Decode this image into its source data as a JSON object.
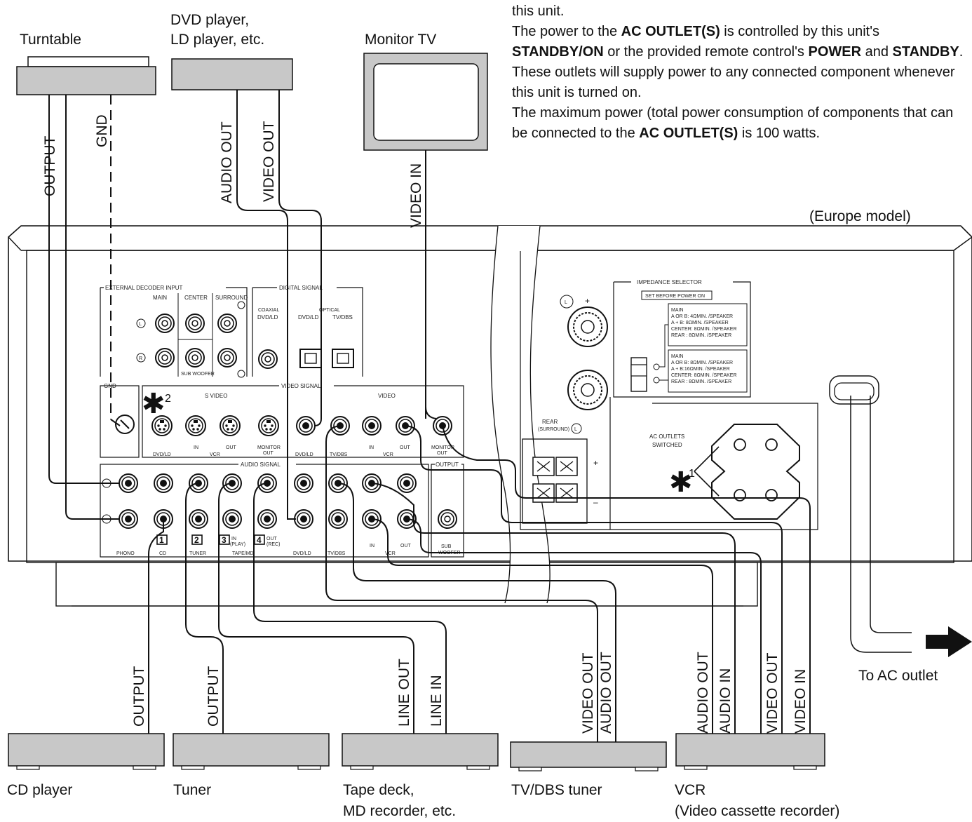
{
  "note": {
    "line0": "this unit.",
    "p1_a": "The power to the ",
    "p1_b": "AC OUTLET(S)",
    "p1_c": " is controlled by this unit's ",
    "p1_d": "STANDBY/ON",
    "p1_e": " or the provided remote control's ",
    "p1_f": "POWER",
    "p1_g": " and ",
    "p1_h": "STANDBY",
    "p1_i": ".  These outlets will supply power to any connected component whenever this unit is turned on.",
    "p2_a": "The maximum power (total power consumption of components that can be connected to the ",
    "p2_b": "AC OUTLET(S)",
    "p2_c": " is 100 watts."
  },
  "model_label": "(Europe model)",
  "top_devices": {
    "turntable": "Turntable",
    "dvd_line1": "DVD player,",
    "dvd_line2": "LD player, etc.",
    "monitor": "Monitor TV"
  },
  "bottom_devices": {
    "cd": "CD player",
    "tuner": "Tuner",
    "tape_line1": "Tape deck,",
    "tape_line2": "MD recorder, etc.",
    "tvdbs": "TV/DBS tuner",
    "vcr_line1": "VCR",
    "vcr_line2": "(Video cassette recorder)"
  },
  "ac_out": "To AC outlet",
  "cables": {
    "output": "OUTPUT",
    "gnd": "GND",
    "audio_out": "AUDIO OUT",
    "video_out": "VIDEO OUT",
    "video_in": "VIDEO IN",
    "audio_in": "AUDIO IN",
    "line_out": "LINE OUT",
    "line_in": "LINE IN"
  },
  "panel": {
    "ext_decoder": "EXTERNAL DECODER INPUT",
    "main": "MAIN",
    "center": "CENTER",
    "surround": "SURROUND",
    "sub_woofer": "SUB WOOFER",
    "digital_signal": "DIGITAL SIGNAL",
    "coaxial": "COAXIAL",
    "optical": "OPTICAL",
    "dvd_ld": "DVD/LD",
    "tv_dbs": "TV/DBS",
    "gnd": "GND",
    "s_video": "S VIDEO",
    "video_signal": "VIDEO SIGNAL",
    "video": "VIDEO",
    "in": "IN",
    "out": "OUT",
    "vcr": "VCR",
    "monitor": "MONITOR",
    "monitor_out_2": "OUT",
    "audio_signal": "AUDIO SIGNAL",
    "output": "OUTPUT",
    "phono": "PHONO",
    "cd": "CD",
    "tuner": "TUNER",
    "tape_md": "TAPE/MD",
    "in_play": "IN",
    "play": "(PLAY)",
    "out_rec": "OUT",
    "rec": "(REC)",
    "sub": "SUB",
    "woofer": "WOOFER",
    "num1": "1",
    "num2": "2",
    "num3": "3",
    "num4": "4",
    "impedance": "IMPEDANCE SELECTOR",
    "set_before": "SET BEFORE POWER ON",
    "imp_a": [
      "MAIN",
      "A OR B: 4ΩMIN. /SPEAKER",
      "A + B: 8ΩMIN. /SPEAKER",
      "CENTER: 8ΩMIN. /SPEAKER",
      "REAR  : 8ΩMIN. /SPEAKER"
    ],
    "imp_b": [
      "MAIN",
      "A OR B: 8ΩMIN. /SPEAKER",
      "A + B:16ΩMIN. /SPEAKER",
      "CENTER: 8ΩMIN. /SPEAKER",
      "REAR  : 8ΩMIN. /SPEAKER"
    ],
    "ac_outlets": "AC OUTLETS",
    "switched": "SWITCHED",
    "rear": "REAR",
    "surround_paren": "(SURROUND)",
    "plus": "+",
    "minus": "–",
    "star": "✱",
    "sup1": "1",
    "sup2": "2",
    "L": "L",
    "R": "R"
  }
}
